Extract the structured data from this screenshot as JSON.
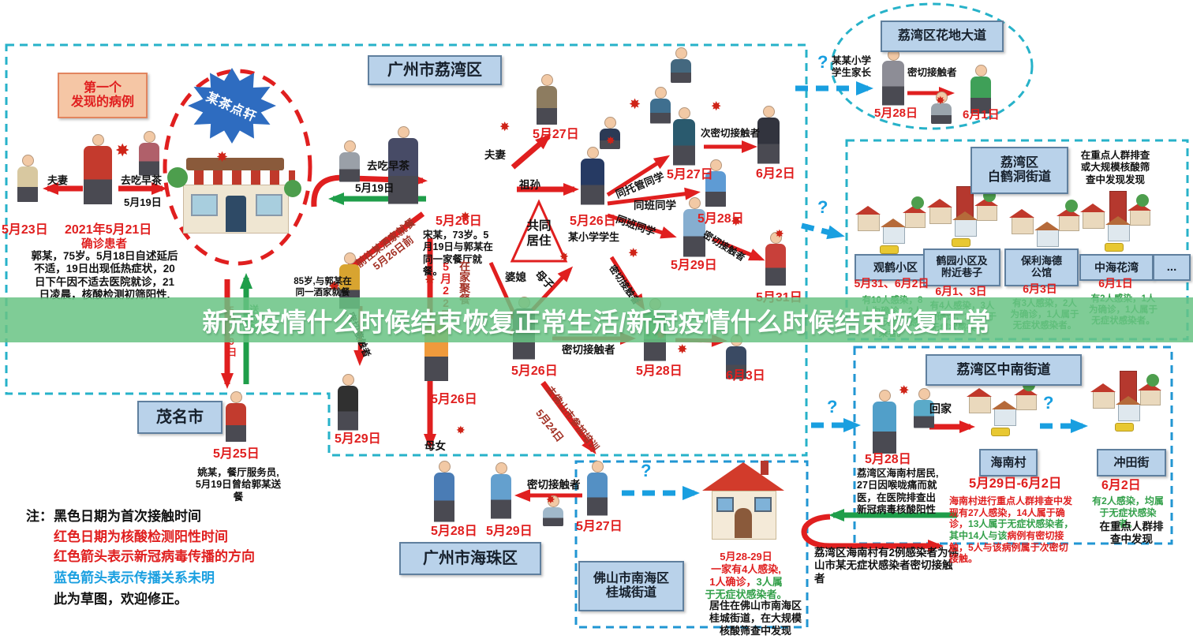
{
  "banner": {
    "text": "新冠疫情什么时候结束恢复正常生活/新冠疫情什么时候结束恢复正常"
  },
  "colors": {
    "red": "#e01f1f",
    "green": "#33a04a",
    "blue": "#199fe0",
    "teal_border": "#27b2c9",
    "banner_green": "#6cc186",
    "box_blue": "#b9d2ea",
    "box_salmon": "#f5c6a5",
    "dark_red": "#a33226"
  },
  "icons": {
    "virus": "✸",
    "question": "?"
  },
  "regions": {
    "liwan": "广州市荔湾区",
    "maoming": "茂名市",
    "haizhu": "广州市海珠区",
    "foshan": "佛山市南海区\n桂城街道",
    "huadi": "荔湾区花地大道",
    "baihedong": "荔湾区\n白鹤洞街道",
    "zhongnan": "荔湾区中南街道",
    "hainan": "海南村",
    "chongtian": "冲田街"
  },
  "teahouse": {
    "sign": "某茶点轩"
  },
  "first_case": {
    "title": "第一个\n发现的病例",
    "rel_spouse": "夫妻",
    "rel_tea": "去吃早茶",
    "date_tea": "5月19日",
    "date_spouse": "5月23日",
    "date_confirm": "2021年5月21日",
    "confirmed": "确诊患者",
    "desc": "郭某，75岁。5月18日自述延后\n不适，19日出现低热症状，20\n日下午因不适去医院就诊，21\n日凌晨，核酸检测初筛阳性."
  },
  "song": {
    "rel_tea": "去吃早茶",
    "date_tea": "5月19日",
    "date": "5月26日",
    "desc": "宋某，73岁。5\n月19日与郭某在\n同一家餐厅就餐。",
    "rel_spouse": "夫妻",
    "spouse_date": "5月27日",
    "rel_grandson": "祖孙",
    "restaurant": "前往某酒家就餐\n5月26日前",
    "age85": "85岁,与郭某在\n同一酒家就餐",
    "close_contact": "密切接触者",
    "contact_date": "5月29日",
    "date_family": "5月22日",
    "family_dinner": "在家聚餐",
    "rel_inlaw": "婆媳",
    "rel_motherson": "母子"
  },
  "school": {
    "cohabit": "共同\n居住",
    "boy_date": "5月26日",
    "boy_label": "某小学学生",
    "rel_daycare": "同托管同学",
    "girl_date": "5月27日",
    "rel_subclose": "次密切接触者",
    "sub_date": "6月2日",
    "rel_class1": "同班同学",
    "class1_date": "5月28日",
    "rel_class2": "同班同学",
    "class2_date": "5月29日",
    "rel_close": "密切接触者",
    "close_date": "5月31日",
    "rel_close2": "密切接触者"
  },
  "center": {
    "girl_date": "5月26日",
    "rel_motherdaughter": "母女",
    "rel_close": "密切接触者",
    "man_date": "5月26日",
    "green_date": "5月28日",
    "june3": "6月3日",
    "training": "去佛山市参加培训",
    "training_date": "5月24日",
    "deliver_date": "5月19日",
    "deliver": "送过餐"
  },
  "maoming": {
    "date": "5月25日",
    "desc": "姚某，餐厅服务员,\n5月19日曾给郭某送餐"
  },
  "haizhu": {
    "date1": "5月28日",
    "date2": "5月29日",
    "rel_close": "密切接触者"
  },
  "foshan": {
    "date": "5月27日",
    "house_segs": [
      {
        "t": "5月28-29日\n一家有4人感染,\n1人确诊，",
        "c": "r"
      },
      {
        "t": "3人属\n于无症状感染者。",
        "c": "g"
      }
    ],
    "house_note": "居住在佛山市南海区\n桂城街道，在大规模\n核酸筛查中发现",
    "link_note": "荔湾区海南村有2例感染者为佛\n山市某无症状感染者密切接触者"
  },
  "huadi": {
    "parents": "某某小学\n学生家长",
    "date1": "5月28日",
    "rel_close": "密切接触者",
    "date2": "6月1日"
  },
  "baihedong": {
    "note": "在重点人群排查\n或大规模核酸筛\n查中发现发现",
    "more": "...",
    "items": [
      {
        "name": "观鹤小区",
        "date": "5月31、6月2日",
        "desc": "有10人感染，8\n人为确诊，2人\n属于无症状感\n染者。"
      },
      {
        "name": "鹤园小区及\n附近巷子",
        "date": "6月1、3日",
        "desc": "有4人感染，3人\n为确诊，1人属于\n无症状感染者。"
      },
      {
        "name": "保利海德\n公馆",
        "date": "6月3日",
        "desc": "有3人感染，2人\n为确诊，1人属于\n无症状感染者。"
      },
      {
        "name": "中海花湾",
        "date": "6月1日",
        "desc": "有2人感染，1人\n为确诊，1人属于\n无症状感染者。"
      }
    ]
  },
  "zhongnan": {
    "date": "5月28日",
    "desc": "荔湾区海南村居民,\n27日因喉咙痛而就\n医，在医院排查出\n新冠病毒核酸阳性",
    "rel_home": "回家",
    "dates": "5月29日-6月2日",
    "hainan_segs": [
      {
        "t": "海南村进行重点人群排查中发现有27人感染，14人属于确诊，",
        "c": "r"
      },
      {
        "t": "13人属于无症状感染者，其中14人与该",
        "c": "g"
      },
      {
        "t": "病例有密切接触，5人与该病例属于次密切接触。",
        "c": "r"
      }
    ],
    "ct_date": "6月2日",
    "ct_green": "有2人感染，均属\n于无症状感染者。",
    "ct_note": "在重点人群排\n查中发现"
  },
  "legend": {
    "mark": "注：",
    "l1": "黑色日期为首次接触时间",
    "l2": "红色日期为核酸检测阳性时间",
    "l3": "红色箭头表示新冠病毒传播的方向",
    "l4": "蓝色箭头表示传播关系未明",
    "l5": "此为草图，欢迎修正。"
  },
  "misc": {
    "q": "?"
  }
}
